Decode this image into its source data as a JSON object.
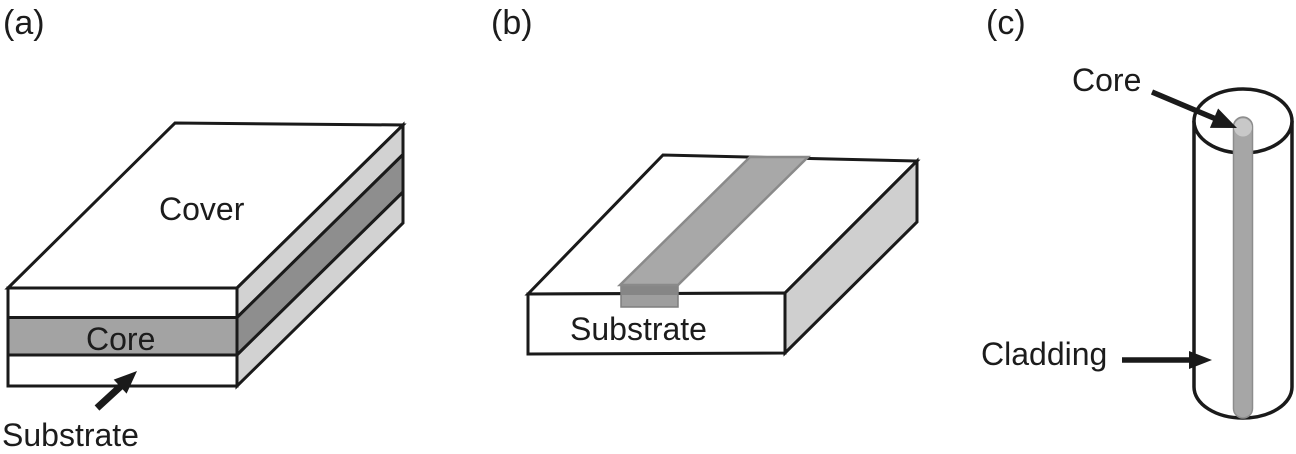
{
  "panels": {
    "a": {
      "tag": "(a)",
      "labels": {
        "cover": "Cover",
        "core": "Core",
        "substrate": "Substrate"
      }
    },
    "b": {
      "tag": "(b)",
      "labels": {
        "substrate": "Substrate"
      }
    },
    "c": {
      "tag": "(c)",
      "labels": {
        "core": "Core",
        "cladding": "Cladding"
      }
    }
  },
  "colors": {
    "outline": "#1a1a1a",
    "text": "#1c1c1c",
    "face_white": "#ffffff",
    "core_front_gray": "#a3a3a3",
    "core_side_gray": "#8e8e8e",
    "side_light_gray": "#d2d2d2",
    "slab_side_light_gray": "#cfcfcf",
    "strip_gray": "#a8a8a8",
    "strip_end_dark": "#868686",
    "strip_end_gray": "#9e9e9e",
    "rod_gray": "#a6a6a6",
    "rod_dot_gray": "#c8c8c8",
    "arrow_black": "#1a1a1a"
  }
}
